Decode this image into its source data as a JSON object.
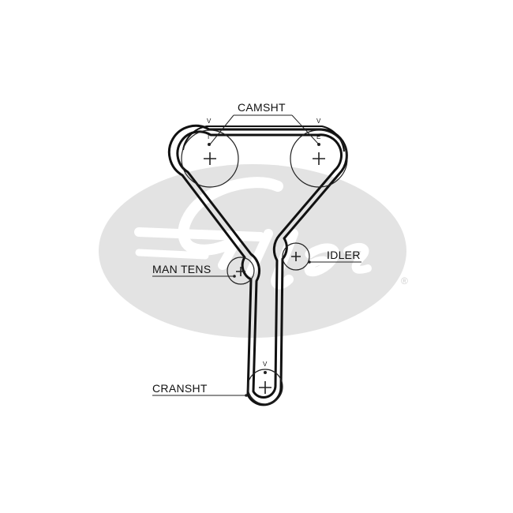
{
  "diagram": {
    "labels": {
      "camshaft": "CAMSHT",
      "idler": "IDLER",
      "manual_tensioner": "MAN TENS",
      "crankshaft": "CRANSHT"
    },
    "timing_marks": {
      "cam_left_v": "V",
      "cam_left_i": "I",
      "cam_right_v": "V",
      "cam_right_e": "E",
      "crank_v": "V"
    },
    "watermark": {
      "registered_mark": "®",
      "color": "#e3e3e3"
    },
    "colors": {
      "belt": "#111111",
      "background": "#ffffff"
    }
  }
}
